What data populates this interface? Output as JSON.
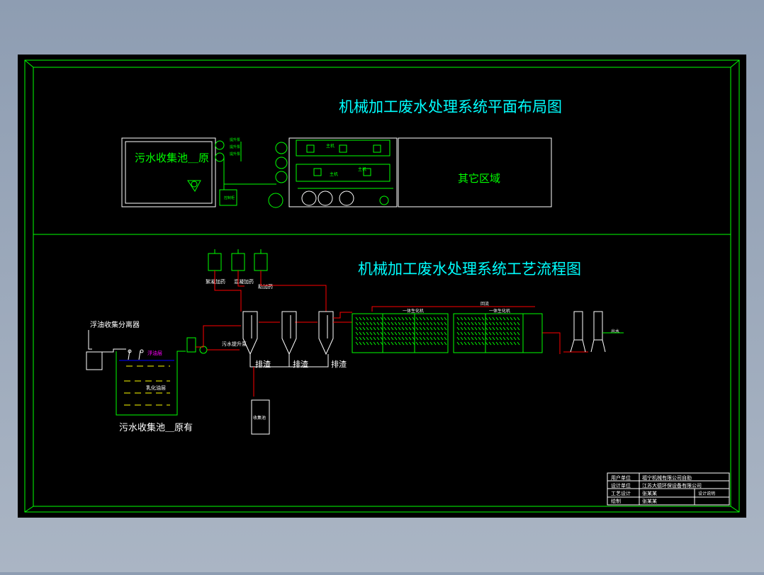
{
  "colors": {
    "background": "#000000",
    "frame": "#00ff00",
    "title": "#00ffff",
    "pipe": "#ff0000",
    "equipment": "#00ff00",
    "label": "#ffffff",
    "oil_label": "#ff00ff",
    "water_line": "#0000ff"
  },
  "layout_plan": {
    "title": "机械加工废水处理系统平面布局图",
    "sewage_pool_label": "污水收集池＿原",
    "other_area_label": "其它区域",
    "equipment_label_1": "主机",
    "equipment_label_2": "主机",
    "equipment_label_3": "主机"
  },
  "process_flow": {
    "title": "机械加工废水处理系统工艺流程图",
    "dosing_labels": [
      "絮凝加药",
      "混凝加药",
      "助加药"
    ],
    "oil_separator_label": "浮油收集分离器",
    "oil_layer_label": "浮油层",
    "emulsified_layer_label": "乳化油层",
    "sewage_pool_label": "污水收集池＿原有",
    "sludge_labels": [
      "排渣",
      "排渣",
      "排渣"
    ],
    "sludge_tank_label": "收集池",
    "sewage_pump_label": "污水提升泵",
    "blower_label_1": "一体生化机",
    "blower_label_2": "一体生化机",
    "small_label_1": "回流",
    "small_label_2": "出水"
  },
  "title_block": {
    "rows": [
      {
        "label": "用户单位",
        "value": "福宁机械有限公司自助"
      },
      {
        "label": "设计单位",
        "value": "江苏大德环保设备有限公司"
      },
      {
        "label": "工艺设计",
        "value": "张某某",
        "note": "设计说明"
      },
      {
        "label": "绘制",
        "value": "张某某",
        "note": ""
      }
    ]
  }
}
